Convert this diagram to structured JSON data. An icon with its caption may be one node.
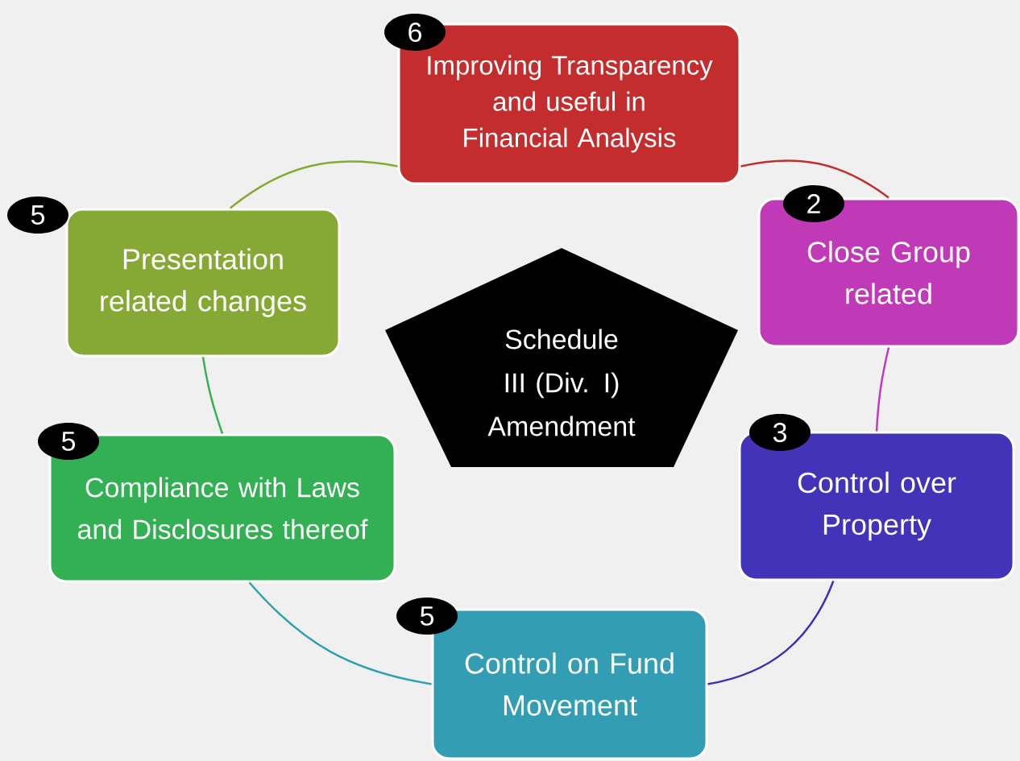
{
  "diagram": {
    "nodes": [
      {
        "text": [
          "Schedule III (Div. I) Amendment"
        ]
      },
      {
        "text": [
          "6"
        ]
      },
      {
        "text": [
          "Improving Transparency and useful in Financial Analysis"
        ]
      },
      {
        "text": [
          "2"
        ]
      },
      {
        "text": [
          "Close Group related"
        ]
      },
      {
        "text": [
          "3"
        ]
      },
      {
        "text": [
          "Control over Property"
        ]
      },
      {
        "text": [
          "5"
        ]
      },
      {
        "text": [
          "Control on Fund Movement"
        ]
      },
      {
        "text": [
          "5"
        ]
      },
      {
        "text": [
          "Compliance with Laws and Disclosures thereof"
        ]
      },
      {
        "text": [
          "5"
        ]
      },
      {
        "text": [
          "Presentation related changes"
        ]
      }
    ],
    "edges": [
      {
        "from": 2,
        "to": 4,
        "arrow": "none",
        "color": "#c0302e"
      },
      {
        "from": 4,
        "to": 6,
        "arrow": "none",
        "color": "#c03bbf"
      },
      {
        "from": 6,
        "to": 8,
        "arrow": "none",
        "color": "#4030b0"
      },
      {
        "from": 8,
        "to": 10,
        "arrow": "none",
        "color": "#30a0b0"
      },
      {
        "from": 10,
        "to": 12,
        "arrow": "none",
        "color": "#3ab050"
      },
      {
        "from": 12,
        "to": 2,
        "arrow": "none",
        "color": "#88aa33"
      }
    ]
  }
}
